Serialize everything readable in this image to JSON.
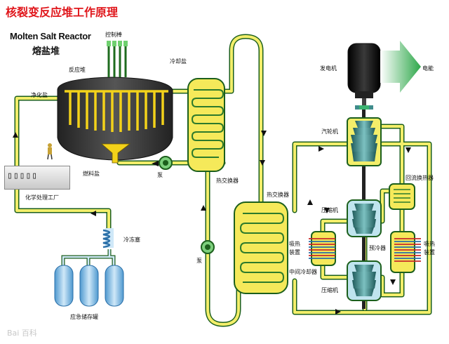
{
  "title": "核裂变反应堆工作原理",
  "subtitle_en": "Molten Salt Reactor",
  "subtitle_cn": "熔盐堆",
  "labels": {
    "control_rods": "控制棒",
    "reactor": "反应堆",
    "purify_salt": "净化盐",
    "fuel_salt": "燃料盐",
    "pump1": "泵",
    "coolant_salt": "冷却盐",
    "heat_exchanger1": "热交换器",
    "heat_exchanger2": "热交换器",
    "pump2": "泵",
    "chem_plant": "化学处理工厂",
    "freeze_plug": "冷冻塞",
    "emergency_tanks": "应急储存罐",
    "generator": "发电机",
    "electricity": "电能",
    "turbine": "汽轮机",
    "recuperator": "回流换热器",
    "compressor1": "压缩机",
    "compressor2": "压缩机",
    "heat_absorber_l1": "吸热",
    "heat_absorber_l2": "装置",
    "heat_absorber_r1": "吸热",
    "heat_absorber_r2": "装置",
    "precooler": "预冷器",
    "intercooler": "中间冷却器"
  },
  "panel_text": "▯▯▯▯▯",
  "watermark": "Bai 百科",
  "colors": {
    "title": "#e0161b",
    "pipe_fill": "#f3ee6a",
    "pipe_edge": "#1c5f1c",
    "hx_fill": "#f5e95a",
    "reactor_body": "#3a3a3a",
    "turbine": "#3f8c8c",
    "tank": "#8fc6ea",
    "arrow_green": "#2ea84a"
  },
  "icons": [
    "valve-icon",
    "worker-icon",
    "electricity-arrow-icon"
  ]
}
